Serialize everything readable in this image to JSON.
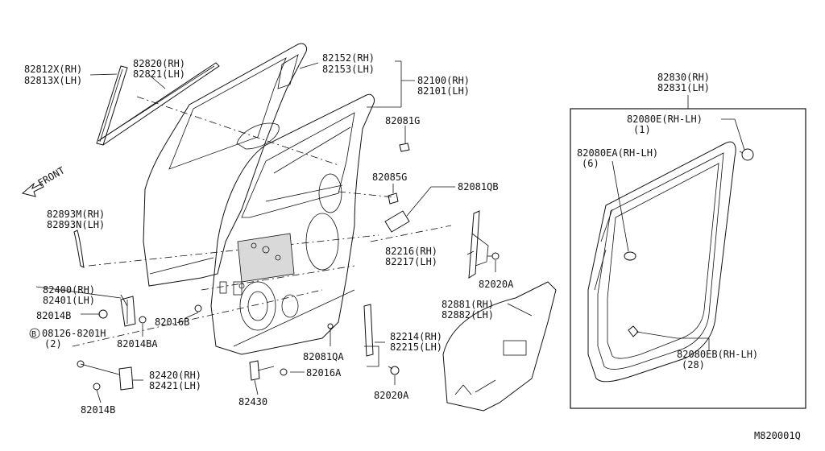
{
  "labels": {
    "p82812x": "82812X(RH)",
    "p82813x": "82813X(LH)",
    "p82820": "82820(RH)",
    "p82821": "82821(LH)",
    "p82152": "82152(RH)",
    "p82153": "82153(LH)",
    "p82100": "82100(RH)",
    "p82101": "82101(LH)",
    "p82081g": "82081G",
    "p82085g": "82085G",
    "p82081qb": "82081QB",
    "front": "FRONT",
    "p82893m": "82893M(RH)",
    "p82893n": "82893N(LH)",
    "p82216": "82216(RH)",
    "p82217": "82217(LH)",
    "p82020a_1": "82020A",
    "p82881": "82881(RH)",
    "p82882": "82882(LH)",
    "p82400": "82400(RH)",
    "p82401": "82401(LH)",
    "p82014b_1": "82014B",
    "p82016b": "82016B",
    "p82014ba": "82014BA",
    "bolt_circle": "B",
    "bolt_code": "08126-8201H",
    "bolt_qty": "(2)",
    "p82081qa": "82081QA",
    "p82214": "82214(RH)",
    "p82215": "82215(LH)",
    "p82420": "82420(RH)",
    "p82421": "82421(LH)",
    "p82016a": "82016A",
    "p82014b_2": "82014B",
    "p82430": "82430",
    "p82020a_2": "82020A",
    "p82830": "82830(RH)",
    "p82831": "82831(LH)",
    "p82080e": "82080E(RH-LH)",
    "p82080e_qty": "(1)",
    "p82080ea": "82080EA(RH-LH)",
    "p82080ea_qty": "(6)",
    "p82080eb": "82080EB(RH-LH)",
    "p82080eb_qty": "(28)",
    "diagram_code": "M820001Q"
  }
}
